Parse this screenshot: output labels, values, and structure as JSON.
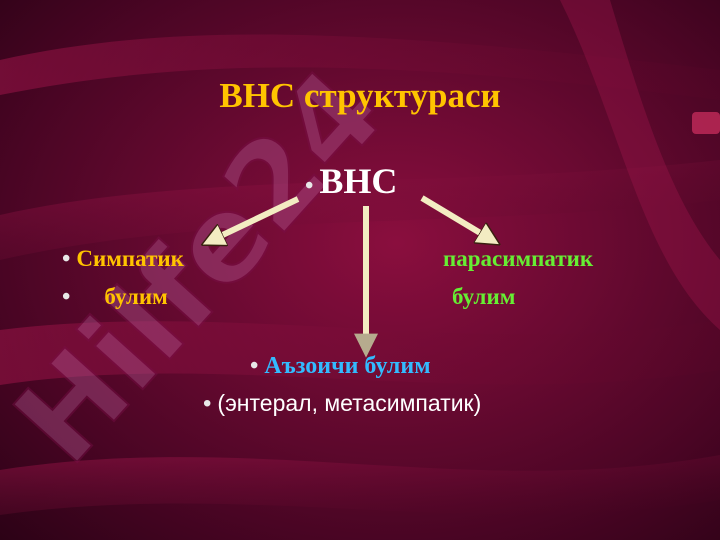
{
  "slide": {
    "title": "ВНС структураси",
    "root_label": "ВНС",
    "left_branch": {
      "line1": "Симпатик",
      "line2": "булим"
    },
    "right_branch": {
      "line1": "парасимпатик",
      "line2": "булим"
    },
    "center_branch": {
      "line1": "Аъзоичи булим",
      "line2": "(энтерал, метасимпатик)"
    },
    "watermark": "Hilfe24"
  },
  "colors": {
    "title": "#ffc400",
    "left_branch": "#ffc400",
    "right_branch": "#66ee33",
    "center_branch": "#33bbff",
    "arrow": "#f3ecc2",
    "background": "#6b0a32"
  },
  "diagram": {
    "nodes": [
      "ВНС",
      "Симпатик булим",
      "парасимпатик булим",
      "Аъзоичи булим"
    ],
    "edges": [
      {
        "from": "ВНС",
        "to": "Симпатик булим"
      },
      {
        "from": "ВНС",
        "to": "парасимпатик булим"
      },
      {
        "from": "ВНС",
        "to": "Аъзоичи булим"
      }
    ]
  }
}
